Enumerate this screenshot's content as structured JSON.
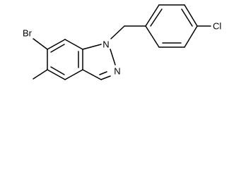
{
  "structure": {
    "atoms": {
      "bromine": "Br",
      "chlorine": "Cl",
      "nitrogen_1": "N",
      "nitrogen_2": "N"
    },
    "colors": {
      "bond": "#000000",
      "label": "#000000",
      "background": "#ffffff"
    }
  }
}
